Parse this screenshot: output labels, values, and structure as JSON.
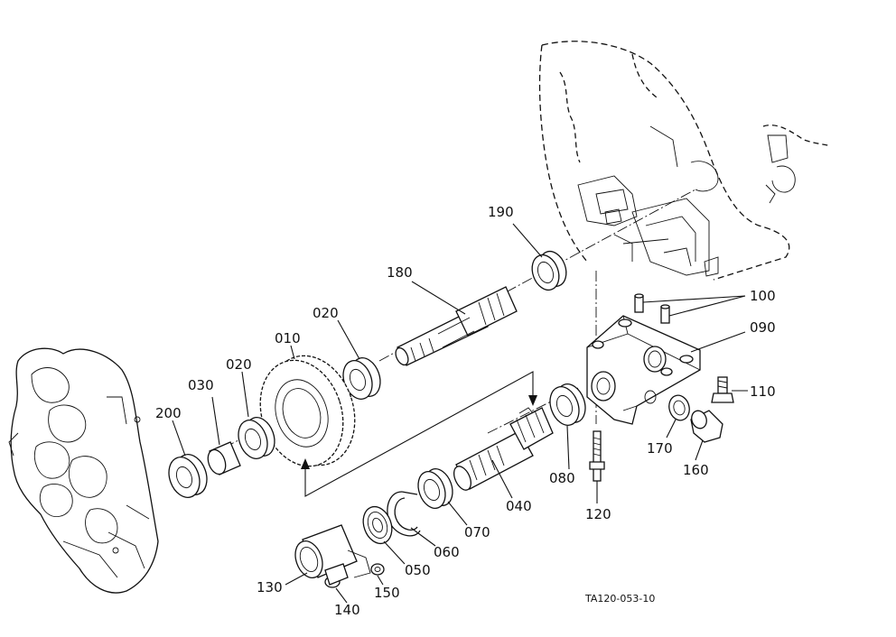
{
  "labels": {
    "p190": "190",
    "p180": "180",
    "p100": "100",
    "p090": "090",
    "p020a": "020",
    "p010": "010",
    "p030": "030",
    "p020b": "020",
    "p200": "200",
    "p110": "110",
    "p170": "170",
    "p160": "160",
    "p080": "080",
    "p040": "040",
    "p120": "120",
    "p070": "070",
    "p060": "060",
    "p050": "050",
    "p130": "130",
    "p150": "150",
    "p140": "140"
  },
  "figure_id": "TA120-053-10"
}
